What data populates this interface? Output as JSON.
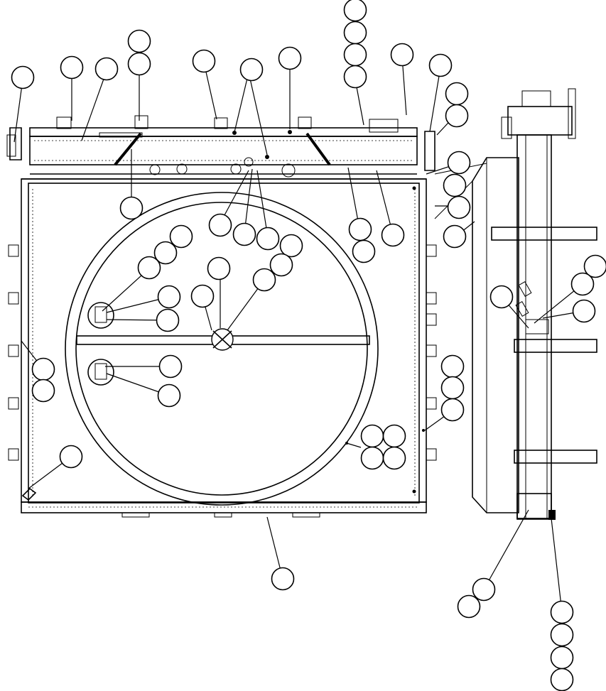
{
  "diagram": {
    "type": "exploded-parts-view",
    "views": [
      "front-view",
      "side-view"
    ],
    "callout_bubbles": [
      {
        "id": "b01"
      },
      {
        "id": "b02"
      },
      {
        "id": "b03"
      },
      {
        "id": "b04"
      },
      {
        "id": "b05"
      },
      {
        "id": "b06"
      },
      {
        "id": "b07"
      },
      {
        "id": "b08"
      },
      {
        "id": "b09"
      },
      {
        "id": "b10"
      },
      {
        "id": "b11"
      },
      {
        "id": "b12"
      },
      {
        "id": "b13"
      },
      {
        "id": "b14"
      },
      {
        "id": "b15"
      },
      {
        "id": "b16"
      },
      {
        "id": "b17"
      },
      {
        "id": "b18"
      },
      {
        "id": "b19"
      },
      {
        "id": "b20"
      },
      {
        "id": "b21"
      },
      {
        "id": "b22"
      },
      {
        "id": "b23"
      },
      {
        "id": "b24"
      },
      {
        "id": "b25"
      },
      {
        "id": "b26"
      },
      {
        "id": "b27"
      },
      {
        "id": "b28"
      },
      {
        "id": "b29"
      },
      {
        "id": "b30"
      },
      {
        "id": "b31"
      },
      {
        "id": "b32"
      },
      {
        "id": "b33"
      },
      {
        "id": "b34"
      },
      {
        "id": "b35"
      },
      {
        "id": "b36"
      },
      {
        "id": "b37"
      },
      {
        "id": "b38"
      },
      {
        "id": "b39"
      },
      {
        "id": "b40"
      },
      {
        "id": "b41"
      },
      {
        "id": "b42"
      },
      {
        "id": "b43"
      },
      {
        "id": "b44"
      },
      {
        "id": "b45"
      },
      {
        "id": "b46"
      },
      {
        "id": "b47"
      },
      {
        "id": "b48"
      },
      {
        "id": "b49"
      },
      {
        "id": "b50"
      },
      {
        "id": "b51"
      },
      {
        "id": "b52"
      },
      {
        "id": "b53"
      },
      {
        "id": "b54"
      },
      {
        "id": "b55"
      },
      {
        "id": "b56"
      },
      {
        "id": "b57"
      },
      {
        "id": "b58"
      },
      {
        "id": "b59"
      },
      {
        "id": "b60"
      },
      {
        "id": "b61"
      },
      {
        "id": "b62"
      },
      {
        "id": "b63"
      }
    ],
    "colors": {
      "line": "#000000",
      "background": "#ffffff"
    }
  }
}
